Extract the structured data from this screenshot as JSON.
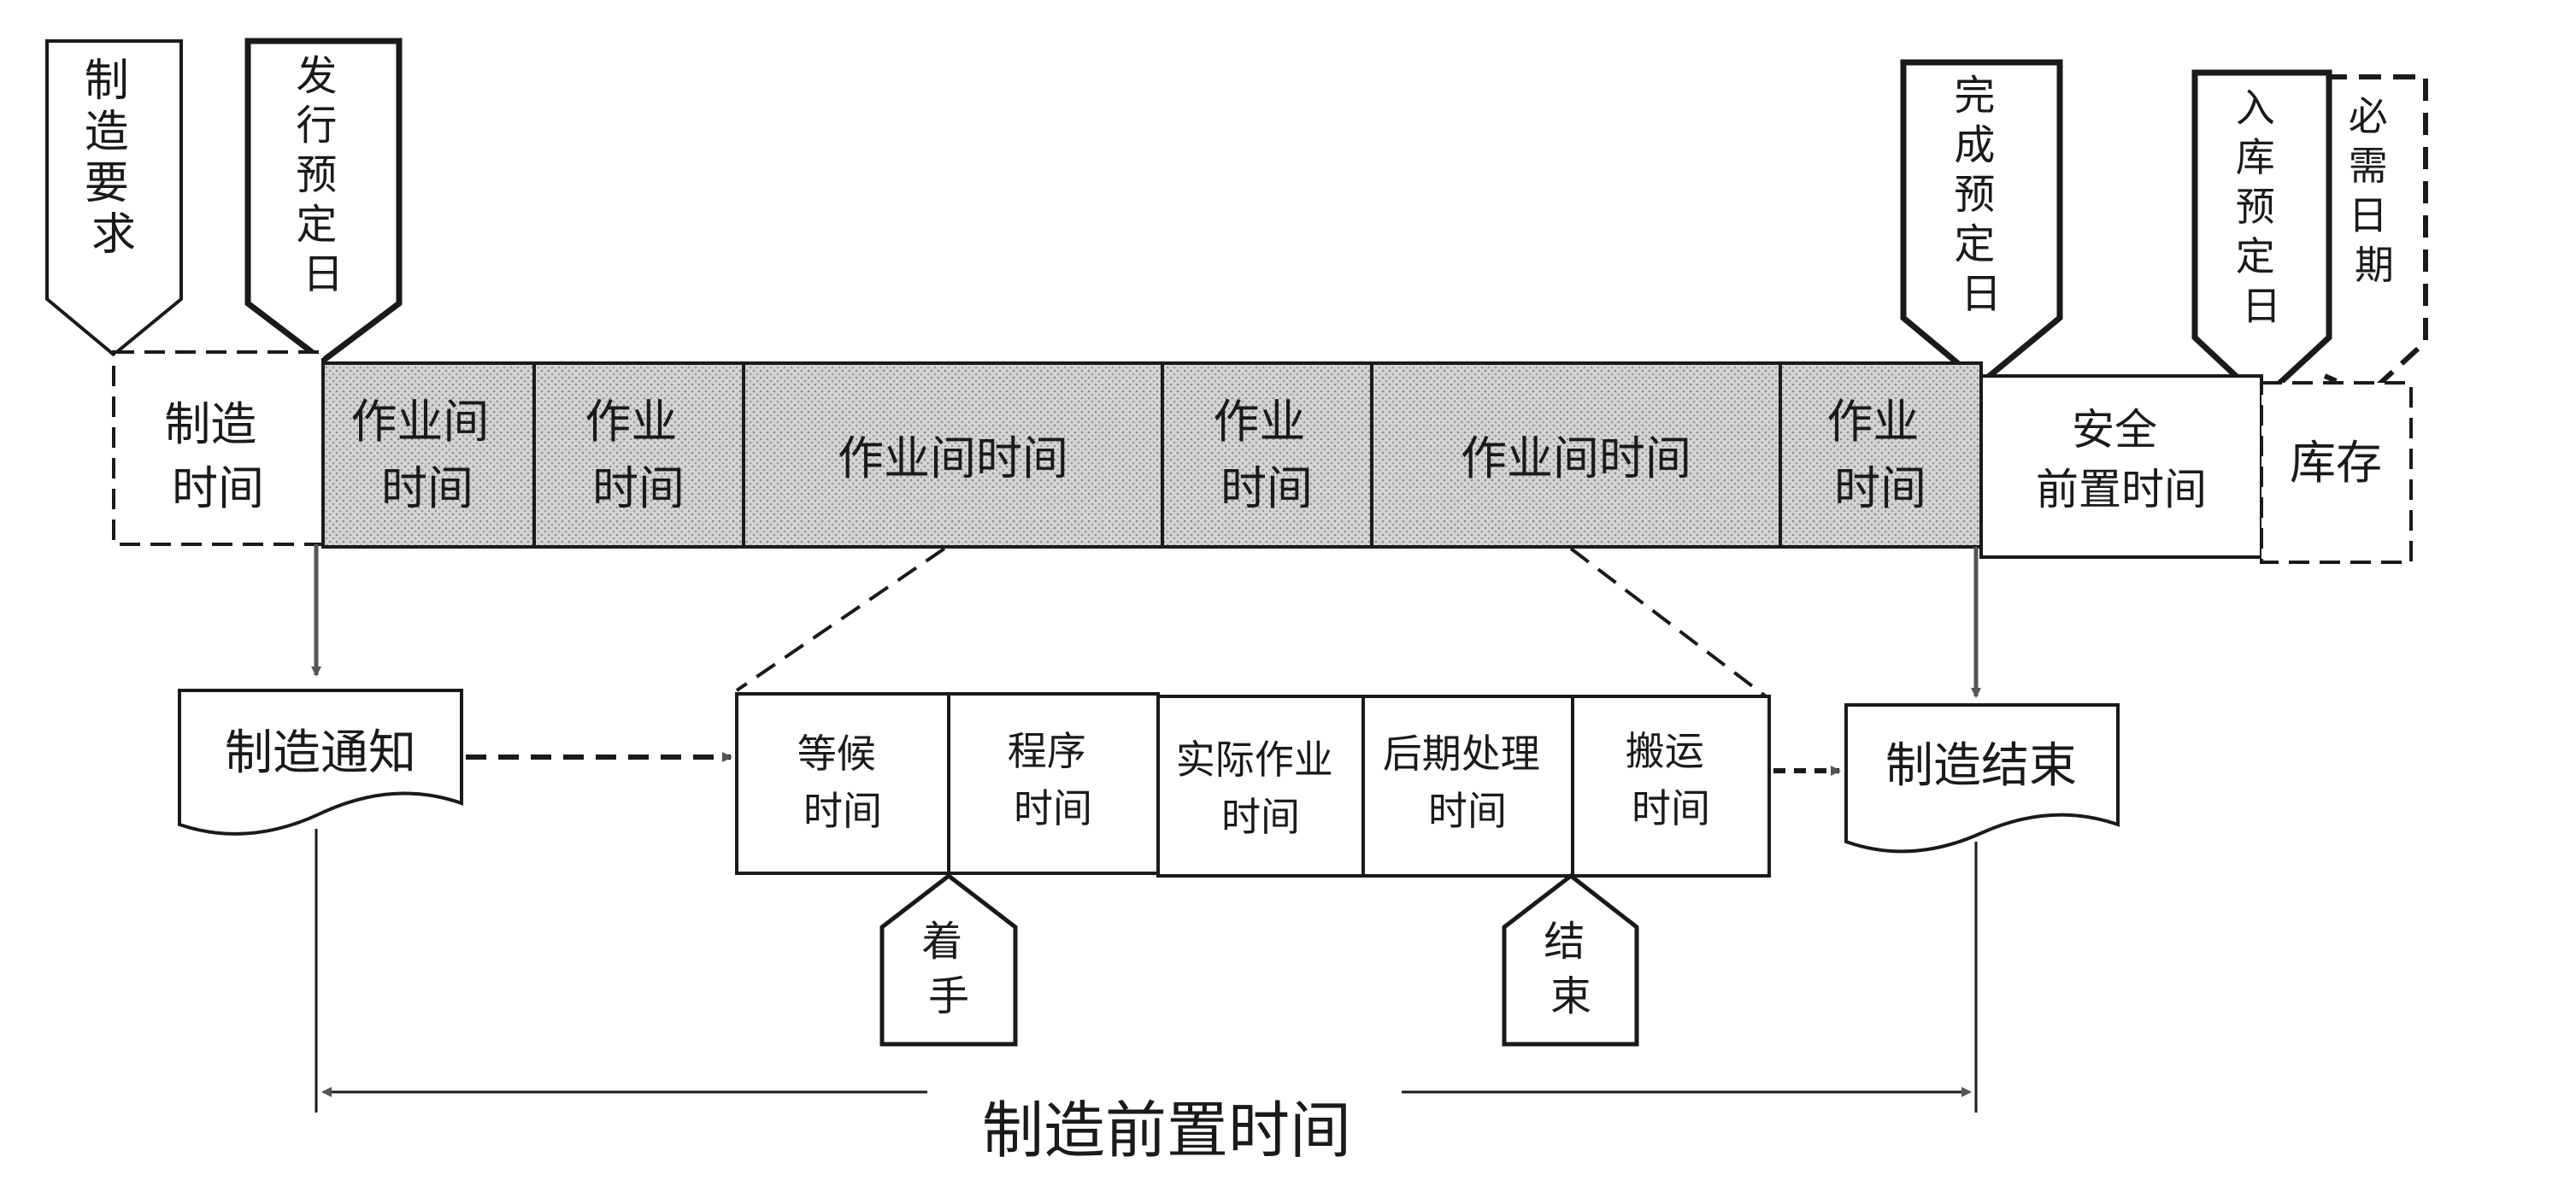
{
  "markers": {
    "manufacture_request": "制造要求",
    "issue_scheduled_date": "发行预定日",
    "completion_scheduled_date": "完成预定日",
    "warehousing_scheduled_date": "入库预定日",
    "required_date": "必需日期"
  },
  "timeline": {
    "manufacture_time": [
      "制造",
      "时间"
    ],
    "gap_time_1": [
      "作业间",
      "时间"
    ],
    "work_time_1": [
      "作业",
      "时间"
    ],
    "gap_time_2": "作业间时间",
    "work_time_2": [
      "作业",
      "时间"
    ],
    "gap_time_3": "作业间时间",
    "work_time_3": [
      "作业",
      "时间"
    ],
    "safety_lead_time": [
      "安全",
      "前置时间"
    ],
    "inventory": "库存"
  },
  "documents": {
    "manufacture_notice": "制造通知",
    "manufacture_end": "制造结束"
  },
  "breakdown": {
    "waiting_time": [
      "等候",
      "时间"
    ],
    "procedure_time": [
      "程序",
      "时间"
    ],
    "actual_work_time": [
      "实际作业",
      "时间"
    ],
    "post_processing_time": [
      "后期处理",
      "时间"
    ],
    "transport_time": [
      "搬运",
      "时间"
    ]
  },
  "sub_markers": {
    "start": [
      "着",
      "手"
    ],
    "finish": [
      "结",
      "束"
    ]
  },
  "span_label": "制造前置时间",
  "colors": {
    "line": "#1a1a1a",
    "shaded_fill": "#cfcfcf",
    "paper": "#ffffff"
  }
}
